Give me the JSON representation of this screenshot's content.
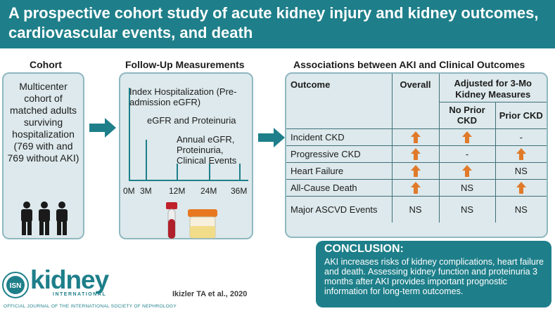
{
  "title": "A prospective cohort study of acute kidney injury and kidney outcomes, cardiovascular events, and death",
  "colors": {
    "teal": "#1e7f8a",
    "panel": "#dde9ec",
    "arrow_up": "#e07a2a"
  },
  "cohort": {
    "heading": "Cohort",
    "text": "Multicenter cohort of matched adults surviving hospitalization (769 with and 769 without AKI)",
    "icon": "three-people-icon"
  },
  "follow_up": {
    "heading": "Follow-Up Measurements",
    "index_label": "Index Hospitalization (Pre-admission eGFR)",
    "egfr_label": "eGFR and Proteinuria",
    "annual_label": "Annual eGFR, Proteinuria, Clinical Events",
    "ticks": [
      "0M",
      "3M",
      "12M",
      "24M",
      "36M"
    ]
  },
  "associations": {
    "heading": "Associations between AKI and Clinical Outcomes",
    "col_outcome": "Outcome",
    "col_overall": "Overall",
    "col_adjusted": "Adjusted for 3-Mo Kidney Measures",
    "col_no_prior": "No Prior CKD",
    "col_prior": "Prior CKD",
    "rows": [
      {
        "outcome": "Incident CKD",
        "overall": "up",
        "no_prior": "up",
        "prior": "-"
      },
      {
        "outcome": "Progressive CKD",
        "overall": "up",
        "no_prior": "-",
        "prior": "up"
      },
      {
        "outcome": "Heart Failure",
        "overall": "up",
        "no_prior": "up",
        "prior": "NS"
      },
      {
        "outcome": "All-Cause Death",
        "overall": "up",
        "no_prior": "NS",
        "prior": "up"
      },
      {
        "outcome": "Major ASCVD Events",
        "overall": "NS",
        "no_prior": "NS",
        "prior": "NS"
      }
    ]
  },
  "conclusion": {
    "title": "CONCLUSION:",
    "text": "AKI increases risks of kidney complications, heart failure and death. Assessing kidney function and proteinuria 3 months after AKI provides important prognostic information for long-term outcomes."
  },
  "logo": {
    "isn": "ISN",
    "kidney": "kidney",
    "international": "INTERNATIONAL",
    "journal_line": "OFFICIAL JOURNAL OF THE INTERNATIONAL SOCIETY OF NEPHROLOGY"
  },
  "citation": "Ikizler TA et al., 2020"
}
